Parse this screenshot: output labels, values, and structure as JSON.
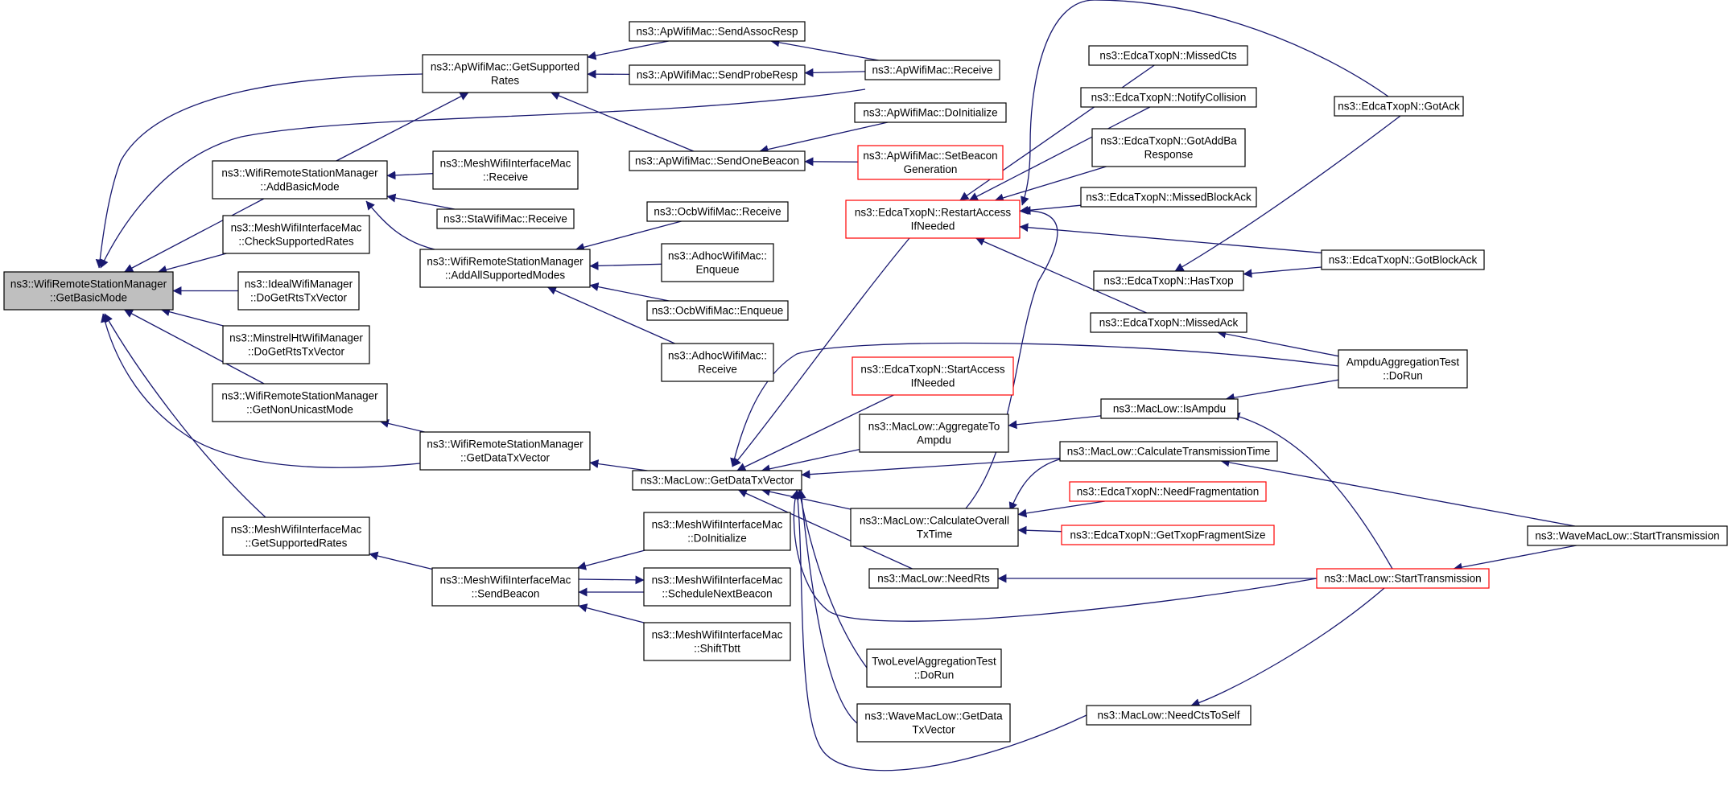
{
  "colors": {
    "edge": "#191970",
    "border_normal": "#000000",
    "border_highlight": "#ff0000",
    "root_fill": "#bfbfbf",
    "node_fill": "#ffffff"
  },
  "nodes": [
    {
      "id": "root",
      "lines": [
        "ns3::WifiRemoteStationManager",
        "::GetBasicMode"
      ],
      "style": "root"
    },
    {
      "id": "apGetSupportedRates",
      "lines": [
        "ns3::ApWifiMac::GetSupported",
        "Rates"
      ],
      "style": "normal"
    },
    {
      "id": "addBasicMode",
      "lines": [
        "ns3::WifiRemoteStationManager",
        "::AddBasicMode"
      ],
      "style": "normal"
    },
    {
      "id": "meshCheckSupportedRates",
      "lines": [
        "ns3::MeshWifiInterfaceMac",
        "::CheckSupportedRates"
      ],
      "style": "normal"
    },
    {
      "id": "idealDoGetRts",
      "lines": [
        "ns3::IdealWifiManager",
        "::DoGetRtsTxVector"
      ],
      "style": "normal"
    },
    {
      "id": "minstrelDoGetRts",
      "lines": [
        "ns3::MinstrelHtWifiManager",
        "::DoGetRtsTxVector"
      ],
      "style": "normal"
    },
    {
      "id": "getNonUnicastMode",
      "lines": [
        "ns3::WifiRemoteStationManager",
        "::GetNonUnicastMode"
      ],
      "style": "normal"
    },
    {
      "id": "meshGetSupportedRates",
      "lines": [
        "ns3::MeshWifiInterfaceMac",
        "::GetSupportedRates"
      ],
      "style": "normal"
    },
    {
      "id": "sendAssocResp",
      "lines": [
        "ns3::ApWifiMac::SendAssocResp"
      ],
      "style": "normal"
    },
    {
      "id": "sendProbeResp",
      "lines": [
        "ns3::ApWifiMac::SendProbeResp"
      ],
      "style": "normal"
    },
    {
      "id": "apReceive",
      "lines": [
        "ns3::ApWifiMac::Receive"
      ],
      "style": "normal"
    },
    {
      "id": "apDoInitialize",
      "lines": [
        "ns3::ApWifiMac::DoInitialize"
      ],
      "style": "normal"
    },
    {
      "id": "sendOneBeacon",
      "lines": [
        "ns3::ApWifiMac::SendOneBeacon"
      ],
      "style": "normal"
    },
    {
      "id": "setBeaconGeneration",
      "lines": [
        "ns3::ApWifiMac::SetBeacon",
        "Generation"
      ],
      "style": "highlight"
    },
    {
      "id": "meshReceive",
      "lines": [
        "ns3::MeshWifiInterfaceMac",
        "::Receive"
      ],
      "style": "normal"
    },
    {
      "id": "staReceive",
      "lines": [
        "ns3::StaWifiMac::Receive"
      ],
      "style": "normal"
    },
    {
      "id": "addAllSupportedModes",
      "lines": [
        "ns3::WifiRemoteStationManager",
        "::AddAllSupportedModes"
      ],
      "style": "normal"
    },
    {
      "id": "ocbReceive",
      "lines": [
        "ns3::OcbWifiMac::Receive"
      ],
      "style": "normal"
    },
    {
      "id": "adhocEnqueue",
      "lines": [
        "ns3::AdhocWifiMac::",
        "Enqueue"
      ],
      "style": "normal"
    },
    {
      "id": "ocbEnqueue",
      "lines": [
        "ns3::OcbWifiMac::Enqueue"
      ],
      "style": "normal"
    },
    {
      "id": "adhocReceive",
      "lines": [
        "ns3::AdhocWifiMac::",
        "Receive"
      ],
      "style": "normal"
    },
    {
      "id": "getDataTxVectorMgr",
      "lines": [
        "ns3::WifiRemoteStationManager",
        "::GetDataTxVector"
      ],
      "style": "normal"
    },
    {
      "id": "meshSendBeacon",
      "lines": [
        "ns3::MeshWifiInterfaceMac",
        "::SendBeacon"
      ],
      "style": "normal"
    },
    {
      "id": "meshDoInitialize",
      "lines": [
        "ns3::MeshWifiInterfaceMac",
        "::DoInitialize"
      ],
      "style": "normal"
    },
    {
      "id": "meshScheduleNextBeacon",
      "lines": [
        "ns3::MeshWifiInterfaceMac",
        "::ScheduleNextBeacon"
      ],
      "style": "normal"
    },
    {
      "id": "meshShiftTbtt",
      "lines": [
        "ns3::MeshWifiInterfaceMac",
        "::ShiftTbtt"
      ],
      "style": "normal"
    },
    {
      "id": "macLowGetDataTxVector",
      "lines": [
        "ns3::MacLow::GetDataTxVector"
      ],
      "style": "normal"
    },
    {
      "id": "restartAccess",
      "lines": [
        "ns3::EdcaTxopN::RestartAccess",
        "IfNeeded"
      ],
      "style": "highlight"
    },
    {
      "id": "missedCts",
      "lines": [
        "ns3::EdcaTxopN::MissedCts"
      ],
      "style": "normal"
    },
    {
      "id": "notifyCollision",
      "lines": [
        "ns3::EdcaTxopN::NotifyCollision"
      ],
      "style": "normal"
    },
    {
      "id": "gotAddBa",
      "lines": [
        "ns3::EdcaTxopN::GotAddBa",
        "Response"
      ],
      "style": "normal"
    },
    {
      "id": "missedBlockAck",
      "lines": [
        "ns3::EdcaTxopN::MissedBlockAck"
      ],
      "style": "normal"
    },
    {
      "id": "hasTxop",
      "lines": [
        "ns3::EdcaTxopN::HasTxop"
      ],
      "style": "normal"
    },
    {
      "id": "missedAck",
      "lines": [
        "ns3::EdcaTxopN::MissedAck"
      ],
      "style": "normal"
    },
    {
      "id": "gotAck",
      "lines": [
        "ns3::EdcaTxopN::GotAck"
      ],
      "style": "normal"
    },
    {
      "id": "gotBlockAck",
      "lines": [
        "ns3::EdcaTxopN::GotBlockAck"
      ],
      "style": "normal"
    },
    {
      "id": "startAccess",
      "lines": [
        "ns3::EdcaTxopN::StartAccess",
        "IfNeeded"
      ],
      "style": "highlight"
    },
    {
      "id": "aggregateToAmpdu",
      "lines": [
        "ns3::MacLow::AggregateTo",
        "Ampdu"
      ],
      "style": "normal"
    },
    {
      "id": "isAmpdu",
      "lines": [
        "ns3::MacLow::IsAmpdu"
      ],
      "style": "normal"
    },
    {
      "id": "ampduTest",
      "lines": [
        "AmpduAggregationTest",
        "::DoRun"
      ],
      "style": "normal"
    },
    {
      "id": "calcTransmissionTime",
      "lines": [
        "ns3::MacLow::CalculateTransmissionTime"
      ],
      "style": "normal"
    },
    {
      "id": "needFragmentation",
      "lines": [
        "ns3::EdcaTxopN::NeedFragmentation"
      ],
      "style": "highlight"
    },
    {
      "id": "calcOverallTxTime",
      "lines": [
        "ns3::MacLow::CalculateOverall",
        "TxTime"
      ],
      "style": "normal"
    },
    {
      "id": "getTxopFragmentSize",
      "lines": [
        "ns3::EdcaTxopN::GetTxopFragmentSize"
      ],
      "style": "highlight"
    },
    {
      "id": "waveStartTransmission",
      "lines": [
        "ns3::WaveMacLow::StartTransmission"
      ],
      "style": "normal"
    },
    {
      "id": "needRts",
      "lines": [
        "ns3::MacLow::NeedRts"
      ],
      "style": "normal"
    },
    {
      "id": "startTransmission",
      "lines": [
        "ns3::MacLow::StartTransmission"
      ],
      "style": "highlight"
    },
    {
      "id": "twoLevelTest",
      "lines": [
        "TwoLevelAggregationTest",
        "::DoRun"
      ],
      "style": "normal"
    },
    {
      "id": "waveGetDataTxVector",
      "lines": [
        "ns3::WaveMacLow::GetData",
        "TxVector"
      ],
      "style": "normal"
    },
    {
      "id": "needCtsToSelf",
      "lines": [
        "ns3::MacLow::NeedCtsToSelf"
      ],
      "style": "normal"
    }
  ],
  "edges": [
    [
      "apGetSupportedRates",
      "root"
    ],
    [
      "addBasicMode",
      "root"
    ],
    [
      "meshCheckSupportedRates",
      "root"
    ],
    [
      "idealDoGetRts",
      "root"
    ],
    [
      "minstrelDoGetRts",
      "root"
    ],
    [
      "getNonUnicastMode",
      "root"
    ],
    [
      "meshGetSupportedRates",
      "root"
    ],
    [
      "getDataTxVectorMgr",
      "root"
    ],
    [
      "apReceive",
      "root"
    ],
    [
      "addBasicMode",
      "apGetSupportedRates"
    ],
    [
      "sendAssocResp",
      "apGetSupportedRates"
    ],
    [
      "sendProbeResp",
      "apGetSupportedRates"
    ],
    [
      "sendOneBeacon",
      "apGetSupportedRates"
    ],
    [
      "apReceive",
      "sendAssocResp"
    ],
    [
      "apReceive",
      "sendProbeResp"
    ],
    [
      "apDoInitialize",
      "sendOneBeacon"
    ],
    [
      "setBeaconGeneration",
      "sendOneBeacon"
    ],
    [
      "meshReceive",
      "addBasicMode"
    ],
    [
      "staReceive",
      "addBasicMode"
    ],
    [
      "addAllSupportedModes",
      "addBasicMode"
    ],
    [
      "ocbReceive",
      "addAllSupportedModes"
    ],
    [
      "adhocEnqueue",
      "addAllSupportedModes"
    ],
    [
      "ocbEnqueue",
      "addAllSupportedModes"
    ],
    [
      "adhocReceive",
      "addAllSupportedModes"
    ],
    [
      "getDataTxVectorMgr",
      "getNonUnicastMode"
    ],
    [
      "macLowGetDataTxVector",
      "getDataTxVectorMgr"
    ],
    [
      "meshSendBeacon",
      "meshGetSupportedRates"
    ],
    [
      "meshDoInitialize",
      "meshSendBeacon"
    ],
    [
      "meshScheduleNextBeacon",
      "meshSendBeacon"
    ],
    [
      "meshSendBeacon",
      "meshScheduleNextBeacon"
    ],
    [
      "meshShiftTbtt",
      "meshSendBeacon"
    ],
    [
      "restartAccess",
      "macLowGetDataTxVector"
    ],
    [
      "startAccess",
      "macLowGetDataTxVector"
    ],
    [
      "aggregateToAmpdu",
      "macLowGetDataTxVector"
    ],
    [
      "calcTransmissionTime",
      "macLowGetDataTxVector"
    ],
    [
      "calcOverallTxTime",
      "macLowGetDataTxVector"
    ],
    [
      "needRts",
      "macLowGetDataTxVector"
    ],
    [
      "startTransmission",
      "macLowGetDataTxVector"
    ],
    [
      "twoLevelTest",
      "macLowGetDataTxVector"
    ],
    [
      "waveGetDataTxVector",
      "macLowGetDataTxVector"
    ],
    [
      "needCtsToSelf",
      "macLowGetDataTxVector"
    ],
    [
      "ampduTest",
      "macLowGetDataTxVector"
    ],
    [
      "missedCts",
      "restartAccess"
    ],
    [
      "notifyCollision",
      "restartAccess"
    ],
    [
      "gotAddBa",
      "restartAccess"
    ],
    [
      "missedBlockAck",
      "restartAccess"
    ],
    [
      "gotBlockAck",
      "restartAccess"
    ],
    [
      "missedAck",
      "restartAccess"
    ],
    [
      "gotAck",
      "restartAccess"
    ],
    [
      "calcOverallTxTime",
      "restartAccess"
    ],
    [
      "gotAck",
      "hasTxop"
    ],
    [
      "gotBlockAck",
      "hasTxop"
    ],
    [
      "ampduTest",
      "missedAck"
    ],
    [
      "isAmpdu",
      "aggregateToAmpdu"
    ],
    [
      "ampduTest",
      "isAmpdu"
    ],
    [
      "startTransmission",
      "isAmpdu"
    ],
    [
      "waveStartTransmission",
      "calcTransmissionTime"
    ],
    [
      "calcTransmissionTime",
      "calcOverallTxTime"
    ],
    [
      "needFragmentation",
      "calcOverallTxTime"
    ],
    [
      "getTxopFragmentSize",
      "calcOverallTxTime"
    ],
    [
      "startTransmission",
      "needRts"
    ],
    [
      "waveStartTransmission",
      "startTransmission"
    ],
    [
      "startTransmission",
      "needCtsToSelf"
    ]
  ]
}
